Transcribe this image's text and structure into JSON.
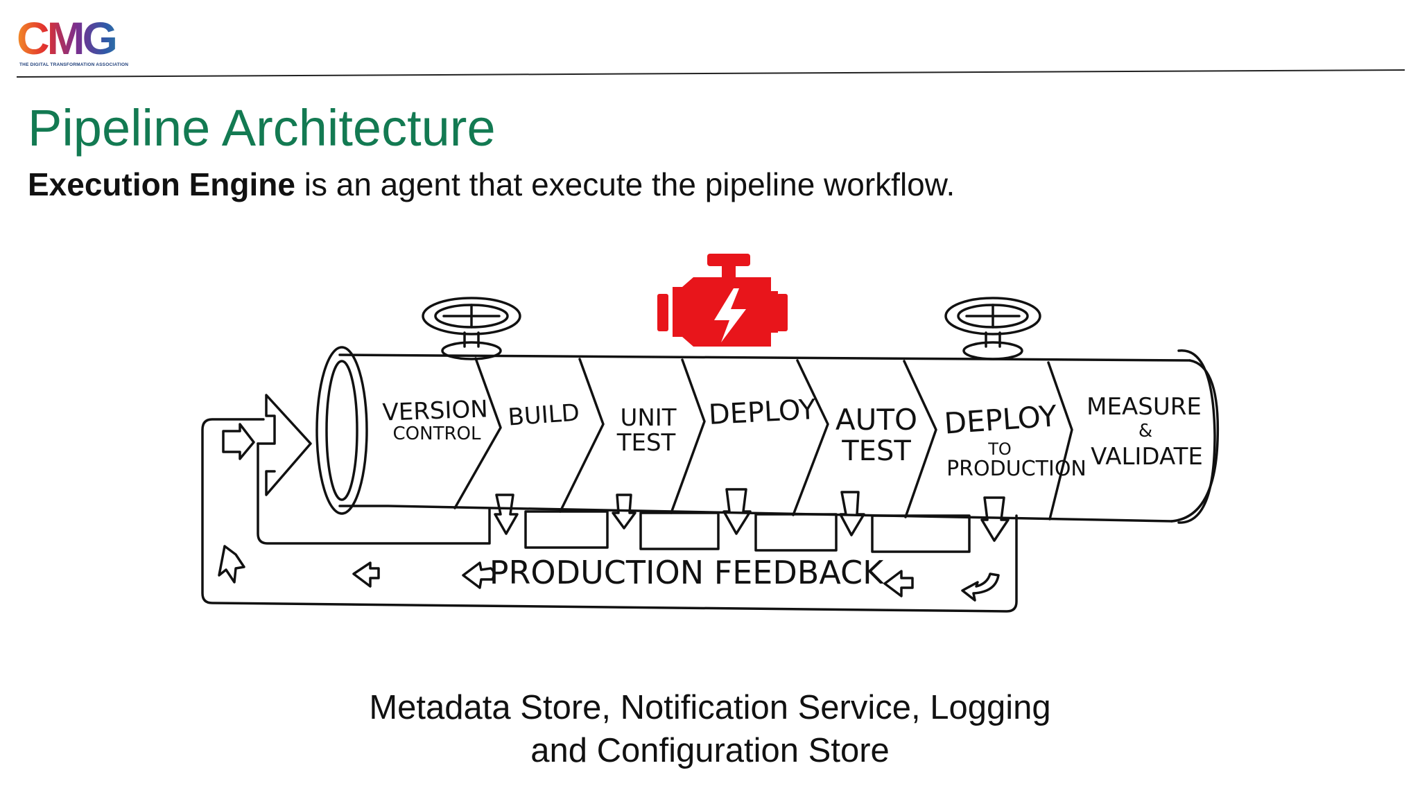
{
  "logo": {
    "wordmark": "CMG",
    "tagline": "THE DIGITAL TRANSFORMATION ASSOCIATION"
  },
  "slide": {
    "title": "Pipeline Architecture",
    "subtitle_bold": "Execution Engine",
    "subtitle_rest": " is an agent that execute the pipeline workflow.",
    "caption_line1": "Metadata Store, Notification Service, Logging",
    "caption_line2": "and Configuration Store"
  },
  "diagram": {
    "stages": [
      {
        "line1": "VERSION",
        "line2": "CONTROL"
      },
      {
        "line1": "BUILD",
        "line2": ""
      },
      {
        "line1": "UNIT",
        "line2": "TEST"
      },
      {
        "line1": "DEPLOY",
        "line2": ""
      },
      {
        "line1": "AUTO",
        "line2": "TEST"
      },
      {
        "line1": "DEPLOY",
        "line2": "TO",
        "line3": "PRODUCTION"
      },
      {
        "line1": "MEASURE",
        "line2": "&",
        "line3": "VALIDATE"
      }
    ],
    "feedback_label": "PRODUCTION FEEDBACK",
    "engine_icon": "engine-icon",
    "valve_icon": "valve-icon",
    "colors": {
      "engine": "#e8151b",
      "title": "#137a52",
      "ink": "#111111"
    }
  }
}
